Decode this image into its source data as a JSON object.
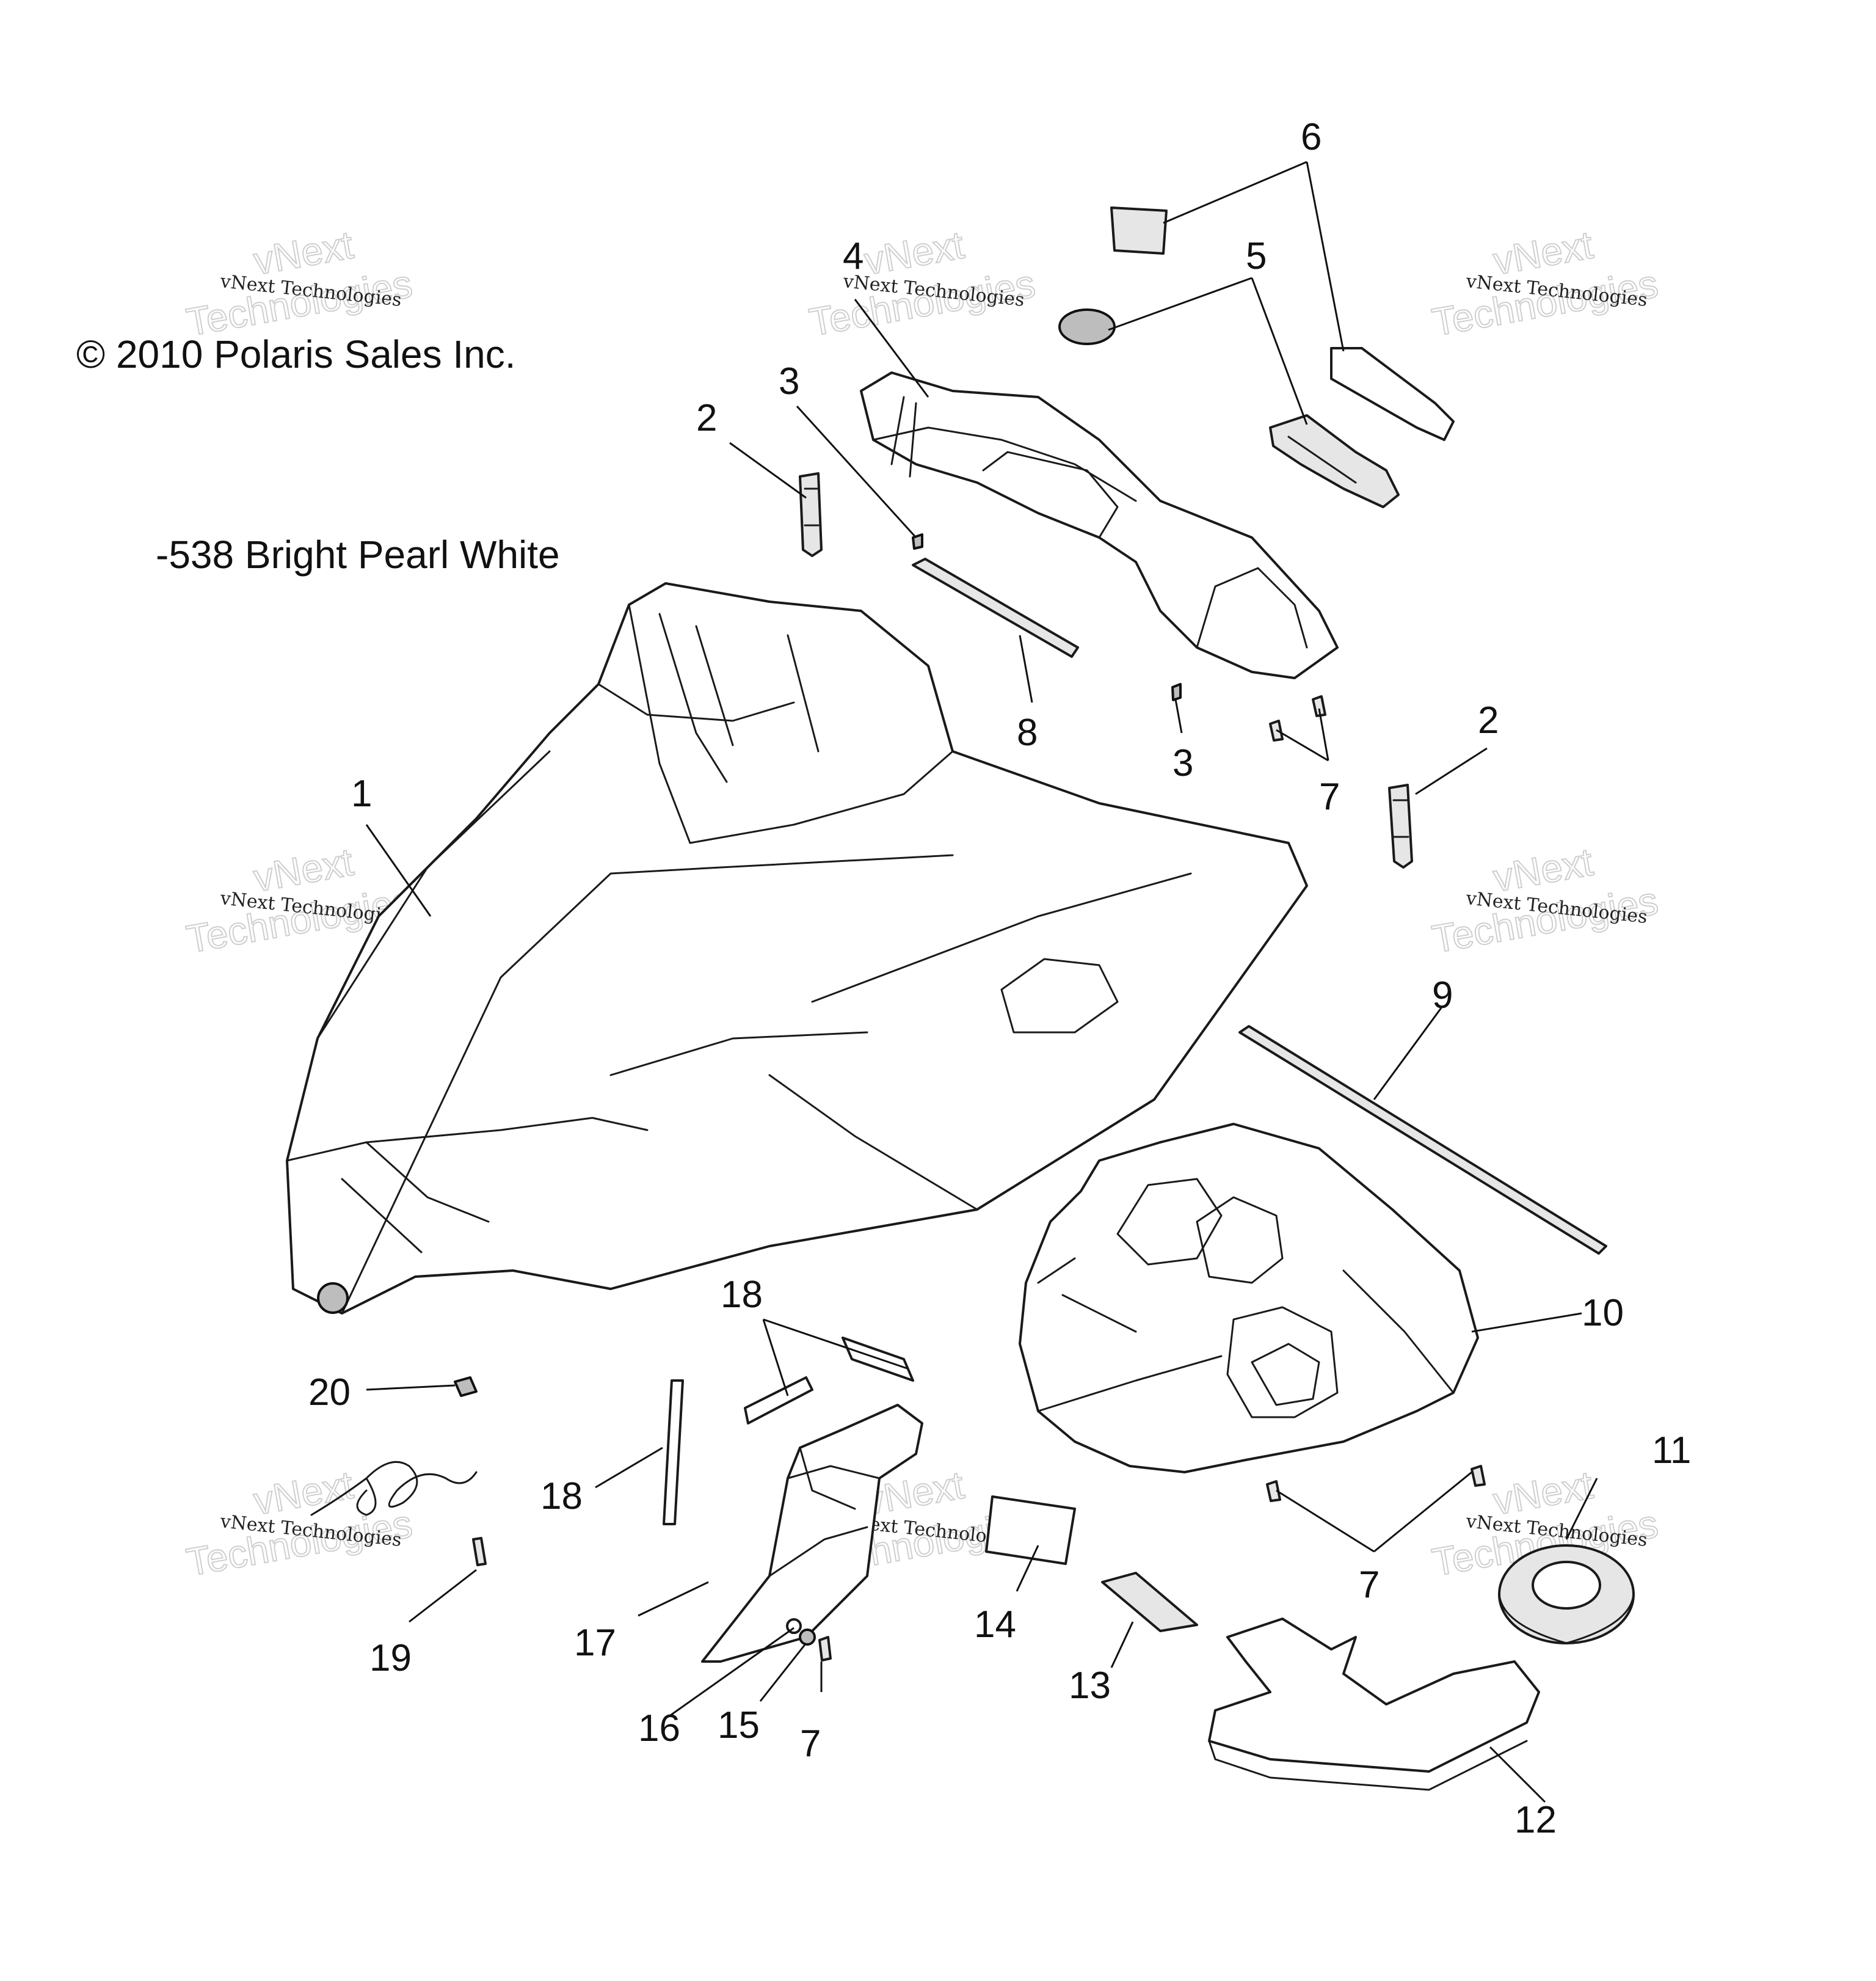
{
  "copyright": "© 2010 Polaris Sales Inc.",
  "color_note": "-538 Bright Pearl White",
  "watermark": {
    "small": "vNext Technologies",
    "large_top": "vNext",
    "large_bottom": "Technologies"
  },
  "callouts": {
    "c1": "1",
    "c2a": "2",
    "c2b": "2",
    "c3a": "3",
    "c3b": "3",
    "c4": "4",
    "c5": "5",
    "c6": "6",
    "c7a": "7",
    "c7b": "7",
    "c7c": "7",
    "c8": "8",
    "c9": "9",
    "c10": "10",
    "c11": "11",
    "c12": "12",
    "c13": "13",
    "c14": "14",
    "c15": "15",
    "c16": "16",
    "c17": "17",
    "c18a": "18",
    "c18b": "18",
    "c19": "19",
    "c20": "20"
  }
}
